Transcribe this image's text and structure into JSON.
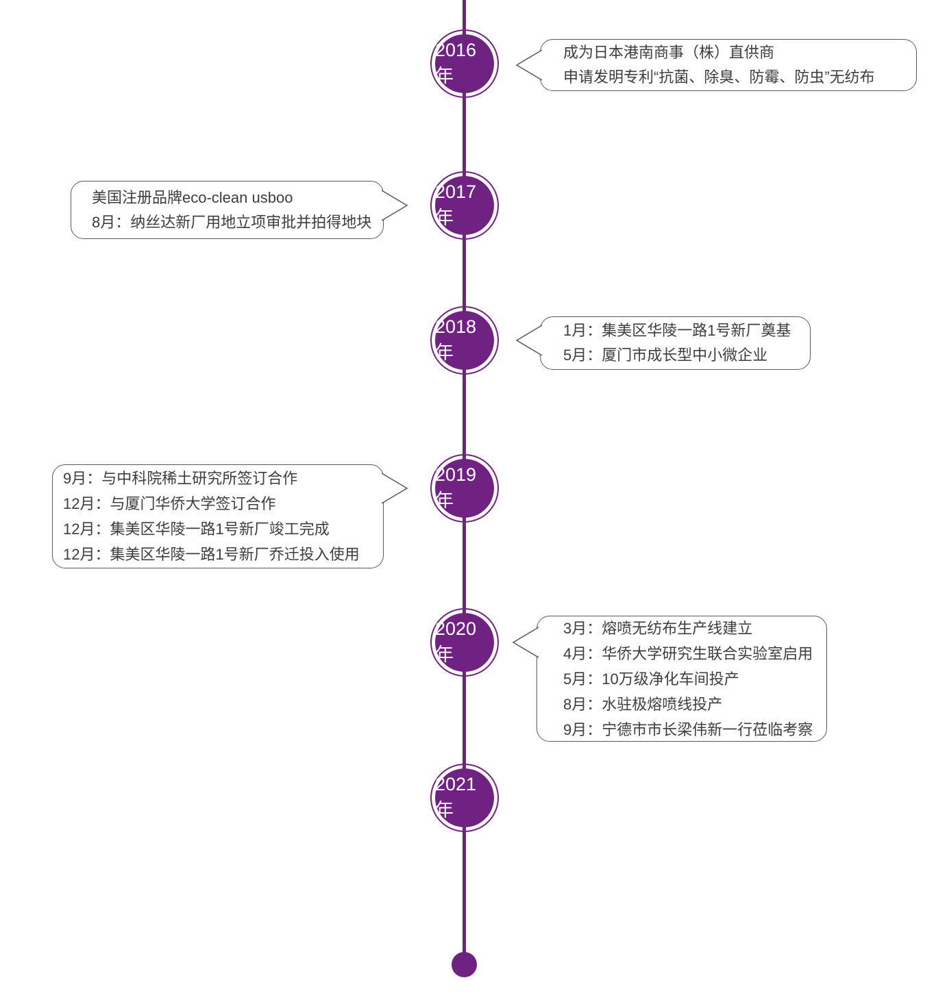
{
  "colors": {
    "accent_purple": "#702283",
    "bubble_border": "#595959",
    "text": "#3d3d3d",
    "background": "#ffffff"
  },
  "timeline": {
    "events": [
      {
        "year": "2016年",
        "side": "right",
        "lines": [
          "成为日本港南商事（株）直供商",
          "申请发明专利“抗菌、除臭、防霉、防虫”无纺布"
        ]
      },
      {
        "year": "2017年",
        "side": "left",
        "lines": [
          "美国注册品牌eco-clean usboo",
          "8月：纳丝达新厂用地立项审批并拍得地块"
        ]
      },
      {
        "year": "2018年",
        "side": "right",
        "lines": [
          "1月：集美区华陵一路1号新厂奠基",
          "5月：厦门市成长型中小微企业"
        ]
      },
      {
        "year": "2019年",
        "side": "left",
        "lines": [
          "9月：与中科院稀土研究所签订合作",
          "12月：与厦门华侨大学签订合作",
          "12月：集美区华陵一路1号新厂竣工完成",
          "12月：集美区华陵一路1号新厂乔迁投入使用"
        ]
      },
      {
        "year": "2020年",
        "side": "right",
        "lines": [
          "3月：熔喷无纺布生产线建立",
          "4月：华侨大学研究生联合实验室启用",
          "5月：10万级净化车间投产",
          "8月：水驻极熔喷线投产",
          "9月：宁德市市长梁伟新一行莅临考察"
        ]
      },
      {
        "year": "2021年",
        "side": "left",
        "lines": []
      }
    ]
  }
}
